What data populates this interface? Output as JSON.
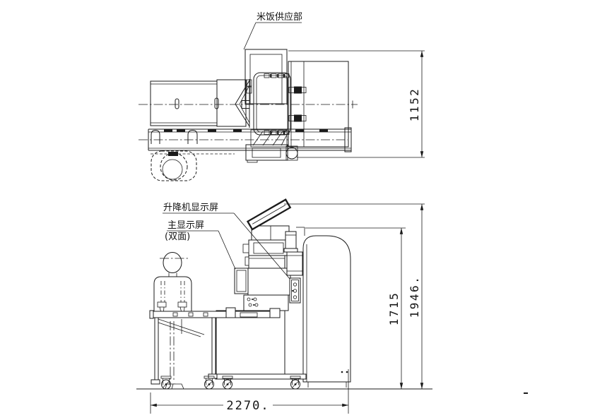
{
  "drawing": {
    "background": "#ffffff",
    "line_color": "#1b1b1b",
    "labels": {
      "rice_supply": "米饭供应部",
      "lift_display": "升降机显示屏",
      "main_display": "主显示屏",
      "main_display_note": "(双面)"
    },
    "dimensions": {
      "plan_depth": "1152",
      "body_height": "1715",
      "overall_height": "1946.",
      "overall_width": "2270."
    }
  }
}
